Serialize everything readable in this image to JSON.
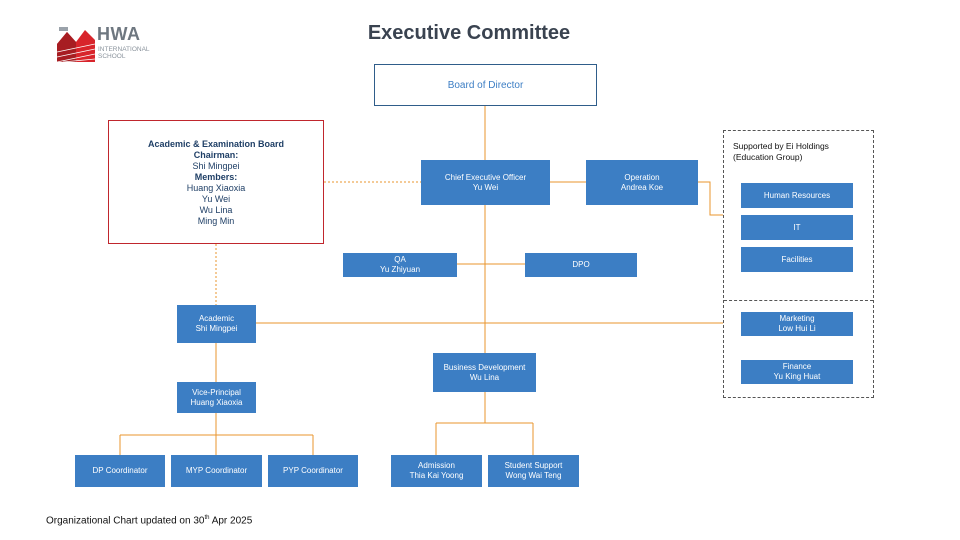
{
  "header": {
    "title": "Executive Committee",
    "logo_word": "HWA",
    "logo_sub_1": "INTERNATIONAL",
    "logo_sub_2": "SCHOOL"
  },
  "colors": {
    "box_fill": "#3c7ec4",
    "connector": "#e8962e",
    "board_border": "#2f5d8a",
    "academic_board_border": "#c0262d",
    "title_text": "#3a4350"
  },
  "board": {
    "label": "Board of Director"
  },
  "academic_board": {
    "heading": "Academic & Examination Board",
    "chairman_label": "Chairman:",
    "chairman": "Shi Mingpei",
    "members_label": "Members:",
    "members": [
      "Huang Xiaoxia",
      "Yu Wei",
      "Wu Lina",
      "Ming Min"
    ]
  },
  "nodes": {
    "ceo": {
      "role": "Chief Executive Officer",
      "name": "Yu Wei"
    },
    "operation": {
      "role": "Operation",
      "name": "Andrea Koe"
    },
    "qa": {
      "role": "QA",
      "name": "Yu Zhiyuan"
    },
    "dpo": {
      "role": "DPO",
      "name": ""
    },
    "academic": {
      "role": "Academic",
      "name": "Shi Mingpei"
    },
    "vice_principal": {
      "role": "Vice-Principal",
      "name": "Huang Xiaoxia"
    },
    "business_dev": {
      "role": "Business Development",
      "name": "Wu Lina"
    },
    "dp": {
      "role": "DP Coordinator",
      "name": ""
    },
    "myp": {
      "role": "MYP Coordinator",
      "name": ""
    },
    "pyp": {
      "role": "PYP Coordinator",
      "name": ""
    },
    "admission": {
      "role": "Admission",
      "name": "Thia Kai Yoong"
    },
    "student_support": {
      "role": "Student Support",
      "name": "Wong Wai Teng"
    }
  },
  "ei_holdings": {
    "caption_1": "Supported by Ei Holdings",
    "caption_2": "(Education Group)",
    "hr": {
      "role": "Human Resources",
      "name": ""
    },
    "it": {
      "role": "IT",
      "name": ""
    },
    "facilities": {
      "role": "Facilities",
      "name": ""
    },
    "marketing": {
      "role": "Marketing",
      "name": "Low Hui Li"
    },
    "finance": {
      "role": "Finance",
      "name": "Yu King Huat"
    }
  },
  "footer": {
    "prefix": "Organizational Chart updated on 30",
    "sup": "th",
    "suffix": " Apr 2025"
  }
}
